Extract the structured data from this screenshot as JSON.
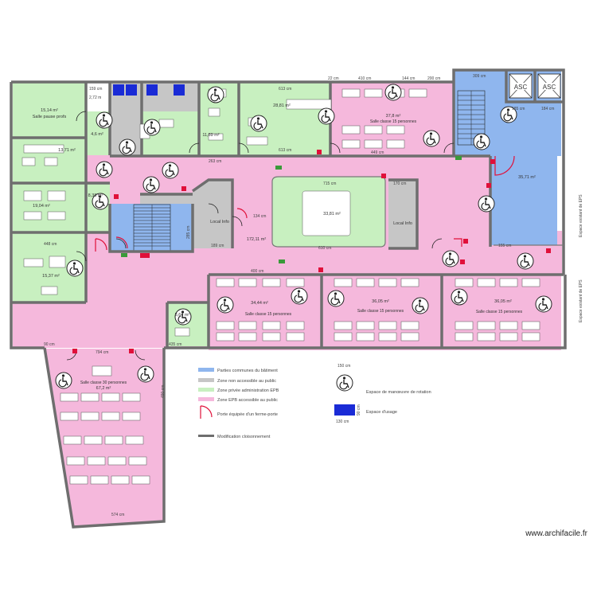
{
  "colors": {
    "common": "#8fb6ee",
    "restricted": "#c6c6c6",
    "admin": "#c8f0c0",
    "public": "#f5b8dc",
    "usage": "#1a2bd6",
    "wall": "#6e6e6e",
    "door_red": "#e0103a"
  },
  "rooms": {
    "salle_pause": {
      "area": "15,14 m²",
      "name": "Salle pause profs"
    },
    "r_4_6": {
      "area": "4,6 m²"
    },
    "r_13_71": {
      "area": "13,71 m²"
    },
    "r_11_89": {
      "area": "11,89 m²"
    },
    "r_28_81": {
      "area": "28,81 m²"
    },
    "r_37_8": {
      "area": "37,8 m²",
      "name": "Salle classe 15 personnes"
    },
    "r_35_71": {
      "area": "35,71 m²"
    },
    "r_8_38": {
      "area": "8,38 m²"
    },
    "r_19_04": {
      "area": "19,04 m²"
    },
    "r_15_37": {
      "area": "15,37 m²"
    },
    "r_33_81": {
      "area": "33,81 m²"
    },
    "r_172_11": {
      "area": "172,11 m²"
    },
    "local_info_1": {
      "name": "Local Info"
    },
    "local_info_2": {
      "name": "Local Info"
    },
    "r_8_64": {
      "area": "8,64 m²"
    },
    "r_34_44": {
      "area": "34,44 m²",
      "name": "Salle classe 15 personnes"
    },
    "r_36_05a": {
      "area": "36,05 m²",
      "name": "Salle classe 15 personnes"
    },
    "r_36_05b": {
      "area": "36,05 m²",
      "name": "Salle classe 15 personnes"
    },
    "r_67_2": {
      "area": "67,2 m²",
      "name": "Salle classe 30 personnes"
    },
    "asc1": {
      "name": "ASC"
    },
    "asc2": {
      "name": "ASC"
    }
  },
  "dimensions": {
    "d159": "159 cm",
    "d272": "2,72 m",
    "d613a": "613 cm",
    "d22": "22 cm",
    "d410": "410 cm",
    "d144": "144 cm",
    "d200": "200 cm",
    "d309": "309 cm",
    "d185a": "185 cm",
    "d185b": "184 cm",
    "d263": "263 cm",
    "d715": "715 cm",
    "d170": "170 cm",
    "d189": "189 cm",
    "d134": "134 cm",
    "d610": "610 cm",
    "d155": "155 cm",
    "d448": "448 cm",
    "d90": "90 cm",
    "d794": "794 cm",
    "d435": "435 cm",
    "d574": "574 cm",
    "d613b": "613 cm",
    "d400": "400 cm",
    "d449": "449 cm",
    "d285": "285 cm",
    "d490": "490 cm"
  },
  "side_labels": {
    "eps_top": "Espace existant de EPS",
    "eps_bottom": "Espace existant de EPS"
  },
  "legend": {
    "items": [
      {
        "label": "Parties communes du bâtiment"
      },
      {
        "label": "Zone non accessible au public"
      },
      {
        "label": "Zone privée administration EPB"
      },
      {
        "label": "Zone EPB accessible au public"
      },
      {
        "label": "Porte équipée d'un ferme-porte"
      },
      {
        "label": "Modification cloisonnement"
      }
    ],
    "rotation_label": "Espace de manœuvre de rotation",
    "usage_label": "Espace d'usage",
    "d150": "150 cm",
    "d130": "130 cm",
    "d90": "90 cm"
  },
  "watermark": "www.archifacile.fr"
}
